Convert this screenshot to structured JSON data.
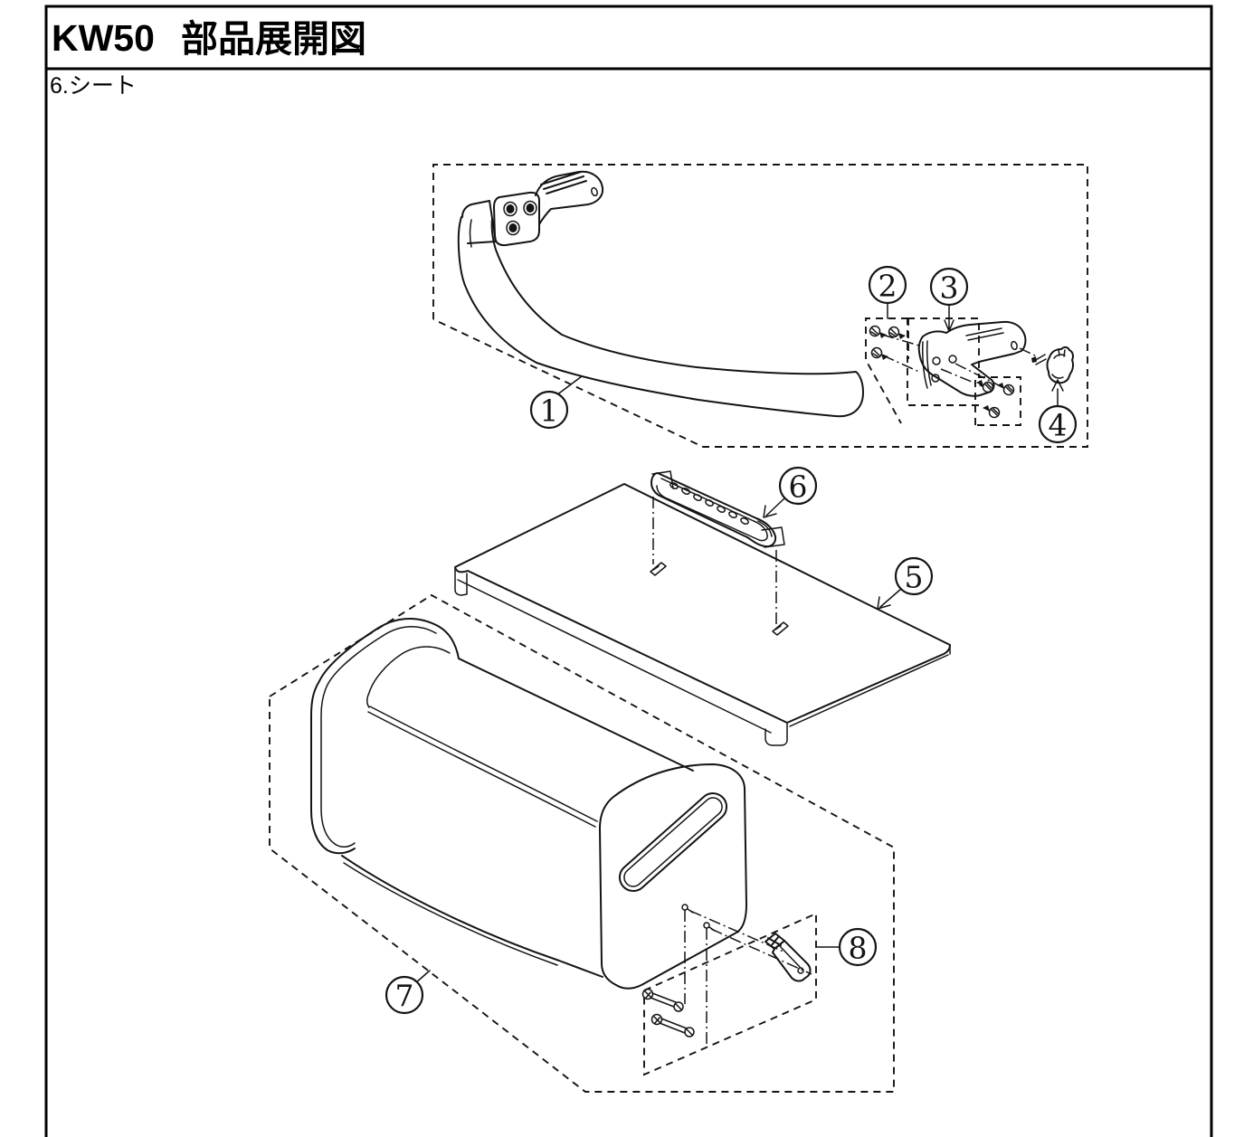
{
  "page": {
    "product_code": "KW50",
    "title": "部品展開図",
    "section_label": "6.シート"
  },
  "callouts": [
    {
      "label": "1"
    },
    {
      "label": "2"
    },
    {
      "label": "3"
    },
    {
      "label": "4"
    },
    {
      "label": "5"
    },
    {
      "label": "6"
    },
    {
      "label": "7"
    },
    {
      "label": "8"
    }
  ],
  "colors": {
    "line": "#141414",
    "background": "#ffffff"
  }
}
